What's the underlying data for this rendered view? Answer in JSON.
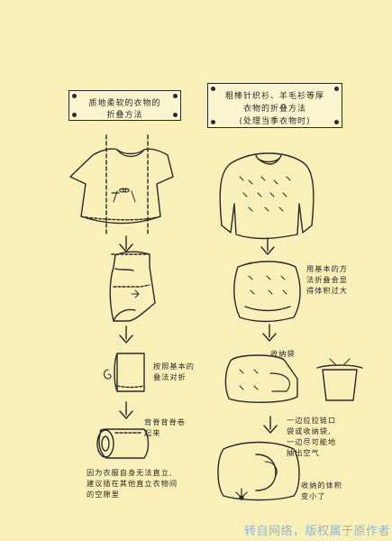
{
  "left": {
    "sign": [
      "质地柔软的衣物的",
      "折叠方法"
    ],
    "step1": [
      "按照基本的",
      "叠法对折"
    ],
    "step2": [
      "背脊背脊卷",
      "起来"
    ],
    "step3": [
      "因为衣服自身无法直立,",
      "建议插在其他直立衣物间",
      "的空隙里"
    ]
  },
  "right": {
    "sign": [
      "粗棒针织衫、羊毛衫等厚",
      "衣物的折叠方法",
      "(处理当季衣物时)"
    ],
    "step1": [
      "用基本的方",
      "法折叠会显",
      "得体积过大"
    ],
    "bag_label": "收纳袋",
    "step2": [
      "一边拉拉链口",
      "袋或收纳袋,",
      "一边尽可能地",
      "抽出空气"
    ],
    "step3": [
      "收纳的体积",
      "变小了"
    ]
  },
  "watermark": "转自网络，版权属于原作者"
}
